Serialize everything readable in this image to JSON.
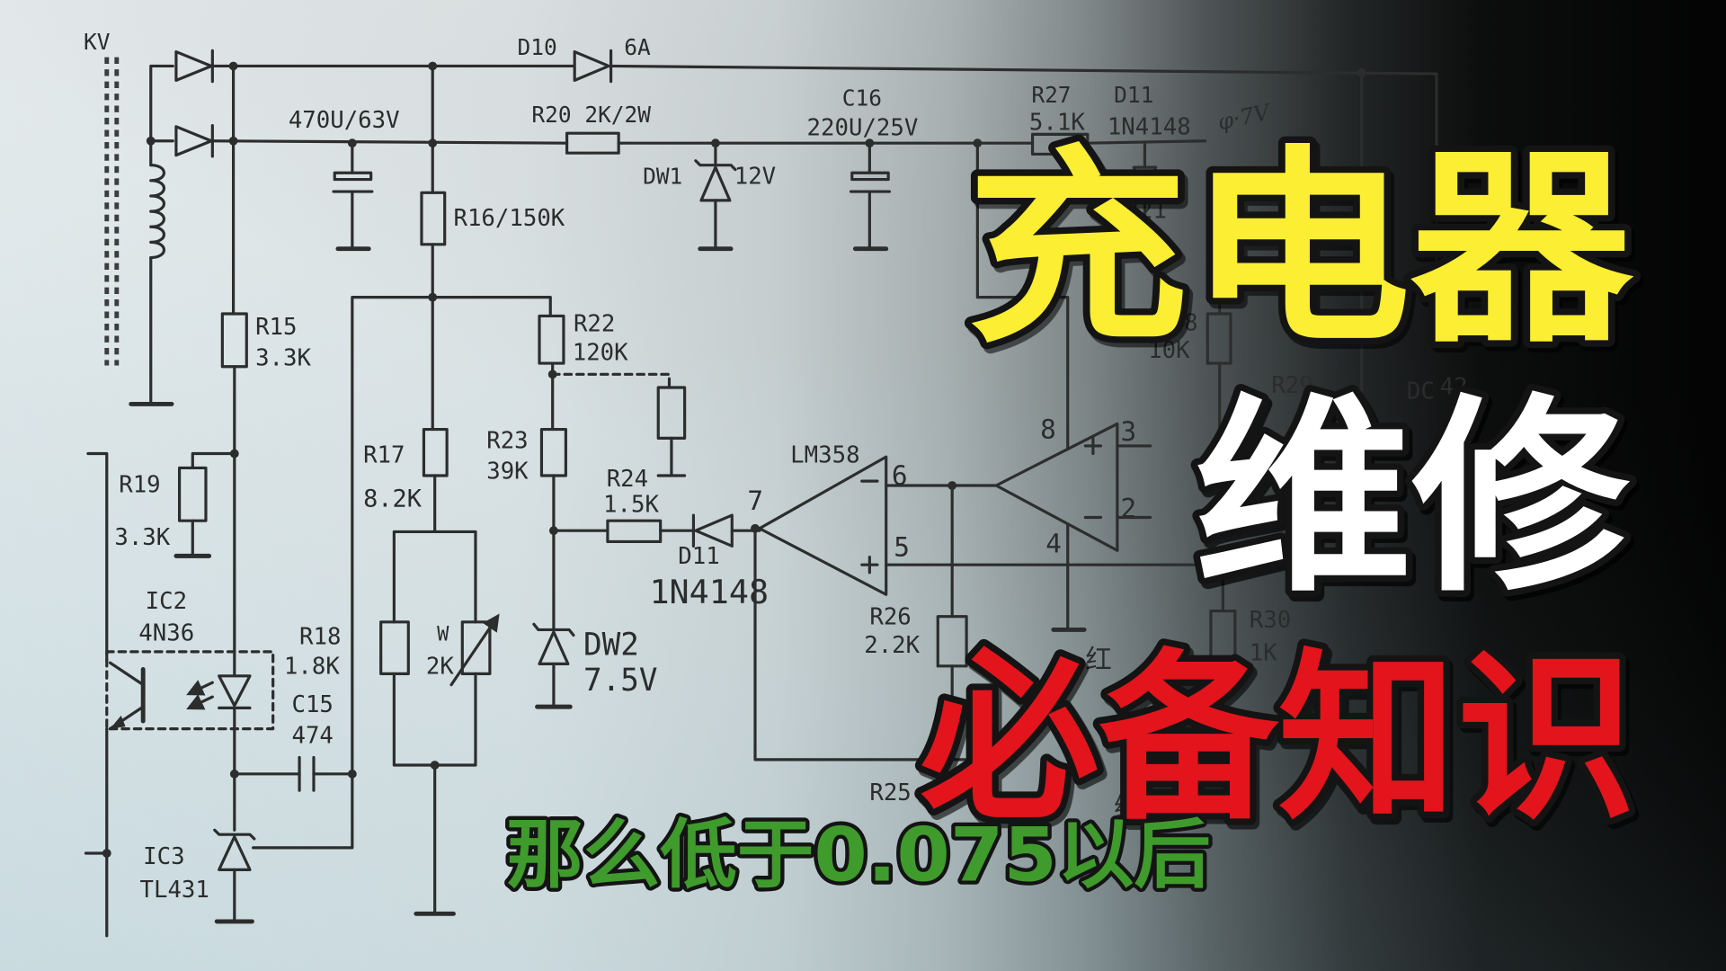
{
  "title": {
    "line1": "充电器",
    "line2": "维修",
    "line3": "必备知识"
  },
  "subtitle": "那么低于0.075以后",
  "colors": {
    "title_line1": "#fbee33",
    "title_line2": "#ffffff",
    "title_line3": "#e3141c",
    "subtitle": "#3f9b2c",
    "outline": "#141414",
    "schematic_ink": "#2c2d2d"
  },
  "schematic": {
    "labels": {
      "kv": "KV",
      "d10": "D10",
      "d10_rating": "6A",
      "c_main": "470U/63V",
      "r20": "R20 2K/2W",
      "c16": "C16",
      "c16_value": "220U/25V",
      "r27": "R27",
      "r27_value": "5.1K",
      "d11_top": "D11",
      "d11_top_part": "1N4148",
      "note": "φ·7V",
      "ic_partial": "321",
      "dw1": "DW1",
      "dw1_value": "12V",
      "r16": "R16/150K",
      "r15": "R15",
      "r15_value": "3.3K",
      "r22": "R22",
      "r22_value": "120K",
      "r23": "R23",
      "r23_value": "39K",
      "r24": "R24",
      "r24_value": "1.5K",
      "r17": "R17",
      "r17_value": "8.2K",
      "lm358": "LM358",
      "pin6": "6",
      "pin7": "7",
      "pin5": "5",
      "pin8": "8",
      "pin3": "3",
      "pin2": "2",
      "pin4": "4",
      "d11": "D11",
      "d11_part": "1N4148",
      "r19": "R19",
      "r19_value": "3.3K",
      "ic2": "IC2",
      "ic2_part": "4N36",
      "r18": "R18",
      "r18_value": "1.8K",
      "c15": "C15",
      "c15_value": "474",
      "w": "W",
      "w_value": "2K",
      "dw2": "DW2",
      "dw2_value": "7.5V",
      "r26": "R26",
      "r26_value": "2.2K",
      "r25": "R25",
      "ic3": "IC3",
      "ic3_part": "TL431",
      "r28_partial": "28",
      "r28_value": "10K",
      "r29": "R29",
      "dc": "DC",
      "dc_value": "42",
      "r30": "R30",
      "r30_value": "1K",
      "red_led": "红",
      "green_led": "绿"
    }
  }
}
